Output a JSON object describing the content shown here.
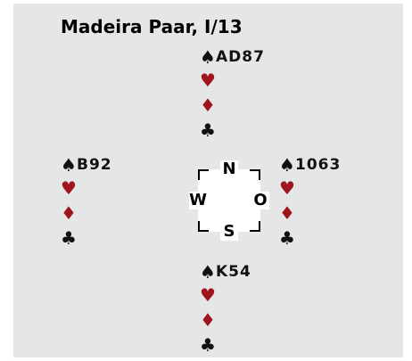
{
  "title": "Madeira Paar, I/13",
  "colors": {
    "background": "#e4e7e5",
    "black_suit": "#111111",
    "red_suit": "#a0141e"
  },
  "compass": {
    "north": "N",
    "south": "S",
    "west": "W",
    "east": "O"
  },
  "hands": {
    "north": {
      "spades": {
        "symbol": "♠",
        "cards": "AD87"
      },
      "hearts": {
        "symbol": "♥",
        "cards": ""
      },
      "diamonds": {
        "symbol": "♦",
        "cards": ""
      },
      "clubs": {
        "symbol": "♣",
        "cards": ""
      }
    },
    "west": {
      "spades": {
        "symbol": "♠",
        "cards": "B92"
      },
      "hearts": {
        "symbol": "♥",
        "cards": ""
      },
      "diamonds": {
        "symbol": "♦",
        "cards": ""
      },
      "clubs": {
        "symbol": "♣",
        "cards": ""
      }
    },
    "east": {
      "spades": {
        "symbol": "♠",
        "cards": "1063"
      },
      "hearts": {
        "symbol": "♥",
        "cards": ""
      },
      "diamonds": {
        "symbol": "♦",
        "cards": ""
      },
      "clubs": {
        "symbol": "♣",
        "cards": ""
      }
    },
    "south": {
      "spades": {
        "symbol": "♠",
        "cards": "K54"
      },
      "hearts": {
        "symbol": "♥",
        "cards": ""
      },
      "diamonds": {
        "symbol": "♦",
        "cards": ""
      },
      "clubs": {
        "symbol": "♣",
        "cards": ""
      }
    }
  }
}
